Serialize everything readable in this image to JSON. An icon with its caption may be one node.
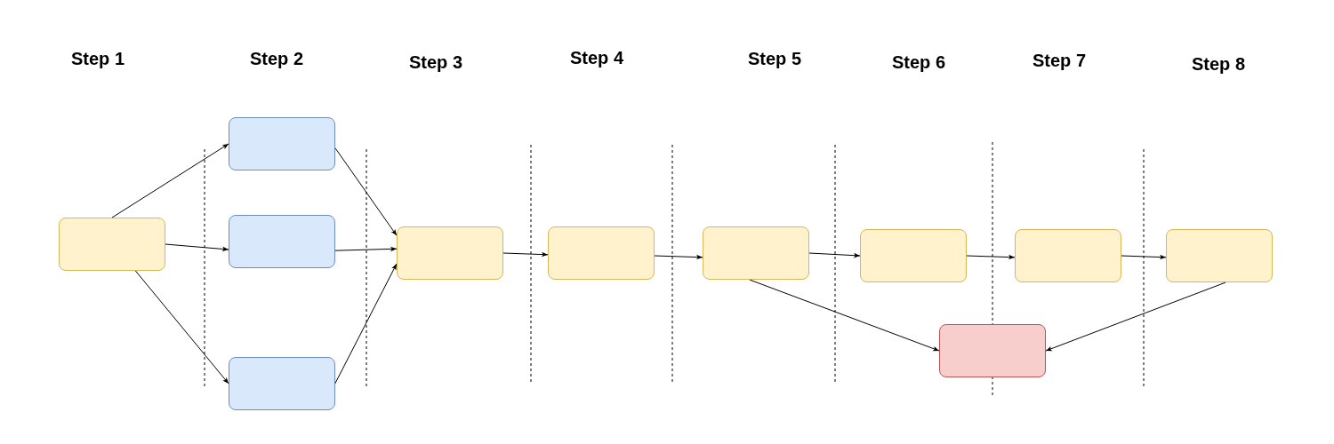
{
  "diagram": {
    "nodes": [
      {
        "text": [],
        "shape": "box"
      },
      {
        "text": [],
        "shape": "box"
      },
      {
        "text": [],
        "shape": "box"
      },
      {
        "text": [],
        "shape": "box"
      },
      {
        "text": [],
        "shape": "box"
      },
      {
        "text": [],
        "shape": "box"
      },
      {
        "text": [],
        "shape": "box"
      },
      {
        "text": [],
        "shape": "box"
      },
      {
        "text": [],
        "shape": "box"
      },
      {
        "text": [],
        "shape": "box"
      },
      {
        "text": [],
        "shape": "box"
      }
    ],
    "edges": [
      {
        "from": 0,
        "to": 1,
        "arrow": "to"
      },
      {
        "from": 0,
        "to": 2,
        "arrow": "to"
      },
      {
        "from": 0,
        "to": 3,
        "arrow": "to"
      },
      {
        "from": 1,
        "to": 4,
        "arrow": "to"
      },
      {
        "from": 2,
        "to": 4,
        "arrow": "to"
      },
      {
        "from": 3,
        "to": 4,
        "arrow": "to"
      },
      {
        "from": 4,
        "to": 5,
        "arrow": "to"
      },
      {
        "from": 5,
        "to": 6,
        "arrow": "to"
      },
      {
        "from": 6,
        "to": 7,
        "arrow": "to"
      },
      {
        "from": 7,
        "to": 8,
        "arrow": "to"
      },
      {
        "from": 8,
        "to": 9,
        "arrow": "to"
      },
      {
        "from": 6,
        "to": 10,
        "arrow": "to"
      },
      {
        "from": 9,
        "to": 10,
        "arrow": "to"
      }
    ],
    "labels": [
      "Step 1",
      "Step 2",
      "Step 3",
      "Step 4",
      "Step 5",
      "Step 6",
      "Step 7",
      "Step 8"
    ]
  }
}
